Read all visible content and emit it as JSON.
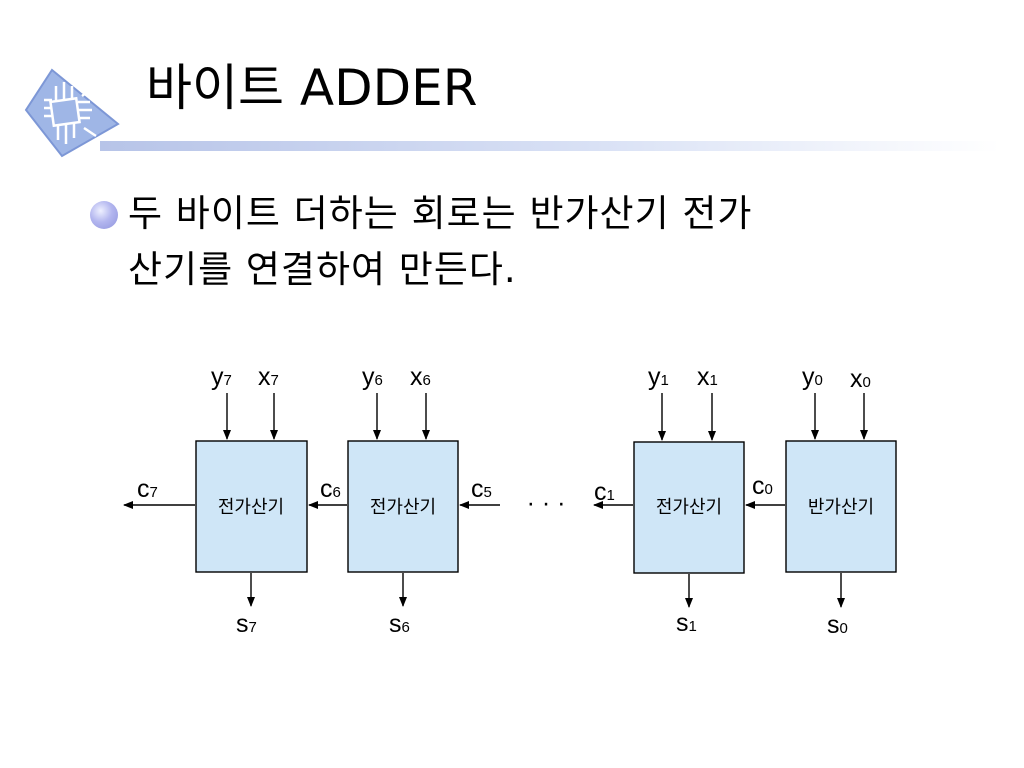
{
  "slide": {
    "title": "바이트 ADDER",
    "bullet_line1": "두 바이트 더하는 회로는 반가산기 전가",
    "bullet_line2": "산기를 연결하여 만든다."
  },
  "diagram": {
    "ellipsis": "· · ·",
    "blocks": [
      {
        "label": "전가산기",
        "in_y": "y",
        "in_y_sub": "7",
        "in_x": "x",
        "in_x_sub": "7",
        "out_s": "s",
        "out_s_sub": "7"
      },
      {
        "label": "전가산기",
        "in_y": "y",
        "in_y_sub": "6",
        "in_x": "x",
        "in_x_sub": "6",
        "out_s": "s",
        "out_s_sub": "6"
      },
      {
        "label": "전가산기",
        "in_y": "y",
        "in_y_sub": "1",
        "in_x": "x",
        "in_x_sub": "1",
        "out_s": "s",
        "out_s_sub": "1"
      },
      {
        "label": "반가산기",
        "in_y": "y",
        "in_y_sub": "0",
        "in_x": "x",
        "in_x_sub": "0",
        "out_s": "s",
        "out_s_sub": "0"
      }
    ],
    "carries": [
      {
        "base": "c",
        "sub": "7"
      },
      {
        "base": "c",
        "sub": "6"
      },
      {
        "base": "c",
        "sub": "5"
      },
      {
        "base": "c",
        "sub": "1"
      },
      {
        "base": "c",
        "sub": "0"
      }
    ],
    "block_fill": "#cfe6f7"
  }
}
